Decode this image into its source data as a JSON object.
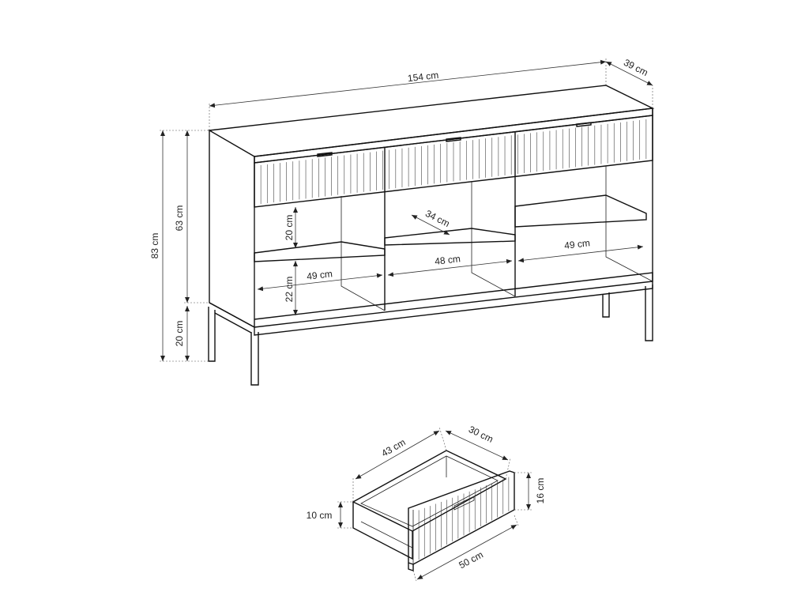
{
  "dimensions": {
    "width": "154 cm",
    "depth": "39 cm",
    "total_height": "83 cm",
    "body_height": "63 cm",
    "leg_height": "20 cm",
    "shelf_depth": "34 cm",
    "compartment_height_upper": "20 cm",
    "compartment_height_lower": "22 cm",
    "left_width": "49 cm",
    "middle_width": "48 cm",
    "right_width": "49 cm"
  },
  "drawer": {
    "width": "43 cm",
    "depth": "30 cm",
    "front_height": "16 cm",
    "box_height": "10 cm",
    "front_width": "50 cm"
  },
  "colors": {
    "line": "#111111",
    "background": "#ffffff"
  }
}
